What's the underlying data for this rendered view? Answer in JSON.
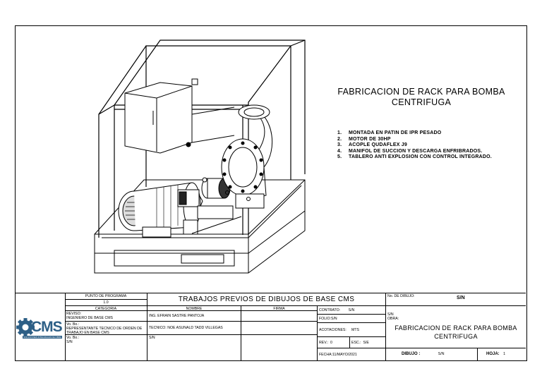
{
  "drawing": {
    "title": "FABRICACION DE RACK PARA BOMBA CENTRIFUGA",
    "notes": [
      {
        "num": "1.",
        "text": "MONTADA EN PATIN DE IPR PESADO"
      },
      {
        "num": "2.",
        "text": "MOTOR DE 30HP"
      },
      {
        "num": "3.",
        "text": "ACOPLE QUDAFLEX J9"
      },
      {
        "num": "4.",
        "text": "MANIFOL DE SUCCION Y DESCARGA ENFRIBRADOS."
      },
      {
        "num": "5.",
        "text": "TABLERO ANTI EXPLOSION CON CONTROL INTEGRADO."
      }
    ]
  },
  "title_block": {
    "logo_text": "CMS",
    "logo_subtext": "SOLUCIONES INTEGRALES DE OBRA",
    "punto_programa_label": "PUNTO DE PROGRAMA",
    "punto_programa_value": "1.0",
    "categoria_label": "CATEGORIA",
    "reviso_label": "REVISO:",
    "reviso_value": "INGENIERO DE BASE CMS",
    "vobo1_label": "Vo. Bo.:",
    "vobo1_value": "REPRESENTANTE TECNICO DE ORDEN DE TRABAJO EN BASE CMS",
    "vobo2_label": "Vo. Bo.:",
    "vobo2_value": "S/N",
    "header_title": "TRABAJOS PREVIOS DE DIBUJOS DE BASE CMS",
    "nombre_label": "NOMBRE",
    "firma_label": "FIRMA",
    "nombre_1": "ING. EFRAIN SASTRE PANTOJA",
    "nombre_2": "TECNICO: NOE ASUNALD TADD VILLEGAS",
    "nombre_3": "S/N",
    "contrato_label": "CONTRATO:",
    "contrato_value": "S/N",
    "folio_label": "FOLIO:",
    "folio_value": "S/N",
    "acotaciones_label": "ACOTACIONES:",
    "acotaciones_value": "MTS",
    "rev_label": "REV.:",
    "rev_value": "0",
    "esc_label": "ESC.:",
    "esc_value": "S/E",
    "fecha_label": "FECHA:",
    "fecha_value": "11/MAYO/2021",
    "no_dibujo_label": "No. DE DIBUJO:",
    "no_dibujo_value": "S/N",
    "sn_small": "S/N",
    "obra_label": "OBRA:",
    "obra_value": "FABRICACION DE RACK PARA BOMBA CENTRIFUGA",
    "dibujo_label": "DIBUJO :",
    "dibujo_value": "S/N",
    "hoja_label": "HOJA:",
    "hoja_value": "1"
  }
}
